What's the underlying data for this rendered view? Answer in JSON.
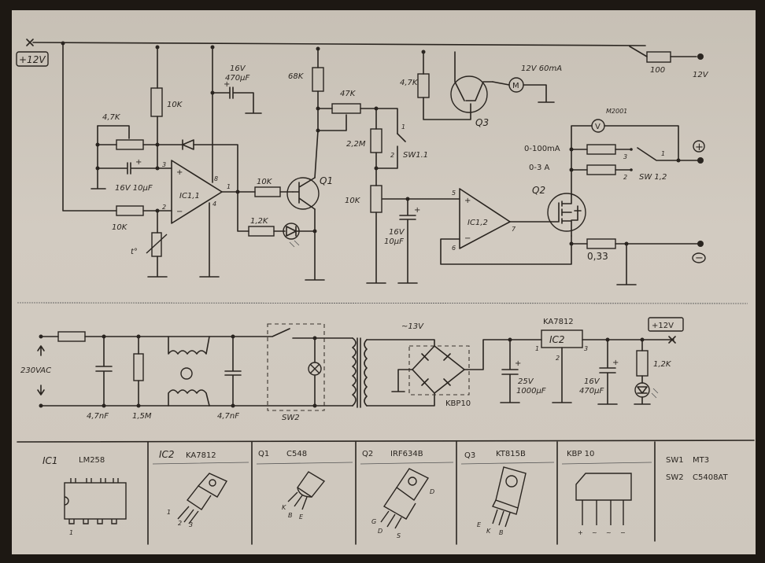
{
  "diagram": {
    "kind": "hand-drawn electronic schematic",
    "top_circuit": {
      "supply_label": "+12V",
      "output_12v_label": "12V",
      "r_100_label": "100",
      "ic1_1": {
        "label": "IC1,1",
        "pin_plus": "3",
        "pin_minus": "2",
        "pin_out": "1",
        "pin_vcc": "8",
        "pin_gnd": "4"
      },
      "ic1_2": {
        "label": "IC1,2",
        "pin_plus": "5",
        "pin_minus": "6",
        "pin_out": "7"
      },
      "r_10k_top": "10K",
      "pot_4k7": "4,7K",
      "cap_10u": "16V 10µF",
      "r_10k_input": "10K",
      "thermistor": "t°",
      "cap_470u_volt": "16V",
      "cap_470u_val": "470µF",
      "r_68k": "68K",
      "pot_47k": "47K",
      "r_2m2": "2,2M",
      "pot_10k": "10K",
      "cap_10u_2_volt": "16V",
      "cap_10u_2_val": "10µF",
      "sw1_1": {
        "label": "SW1.1",
        "pin1": "1",
        "pin2": "2"
      },
      "r_10k_base": "10K",
      "r_1k2_led": "1,2K",
      "q1_label": "Q1",
      "r_4k7": "4,7K",
      "q3_label": "Q3",
      "motor_label": "M",
      "motor_rating": "12V 60mA",
      "voltmeter_symbol": "V",
      "meter_label": "M2001",
      "range_100ma": "0-100mA",
      "range_3a": "0-3 A",
      "sw1_2": {
        "label": "SW 1,2",
        "pin1": "1",
        "pin2": "2",
        "pin3": "3"
      },
      "q2_label": "Q2",
      "r_shunt": "0,33",
      "terminal_plus": "+",
      "terminal_minus": "−"
    },
    "bottom_circuit": {
      "mains_label": "230VAC",
      "cap_x1": "4,7nF",
      "r_1m5": "1,5M",
      "cap_x2": "4,7nF",
      "sw2_label": "SW2",
      "ac_label": "~13V",
      "bridge_label": "KBP10",
      "regulator_part": "KA7812",
      "regulator_label": "IC2",
      "reg_pin1": "1",
      "reg_pin2": "2",
      "reg_pin3": "3",
      "cap_in_volt": "25V",
      "cap_in_val": "1000µF",
      "cap_out_volt": "16V",
      "cap_out_val": "470µF",
      "r_led": "1,2K",
      "out_label": "+12V"
    },
    "parts_legend": [
      {
        "ref": "IC1",
        "part": "LM258",
        "pins": [
          "1"
        ]
      },
      {
        "ref": "IC2",
        "part": "KA7812",
        "pins": [
          "1",
          "2",
          "3"
        ]
      },
      {
        "ref": "Q1",
        "part": "C548",
        "pins": [
          "K",
          "B",
          "E"
        ]
      },
      {
        "ref": "Q2",
        "part": "IRF634B",
        "pins": [
          "G",
          "D",
          "S",
          "D"
        ]
      },
      {
        "ref": "Q3",
        "part": "KT815B",
        "pins": [
          "E",
          "K",
          "B"
        ]
      },
      {
        "ref": "",
        "part": "KBP 10",
        "pins": [
          "+",
          "~",
          "~",
          "−"
        ]
      },
      {
        "ref": "SW1",
        "part": "MT3"
      },
      {
        "ref": "SW2",
        "part": "C5408AT"
      }
    ]
  }
}
